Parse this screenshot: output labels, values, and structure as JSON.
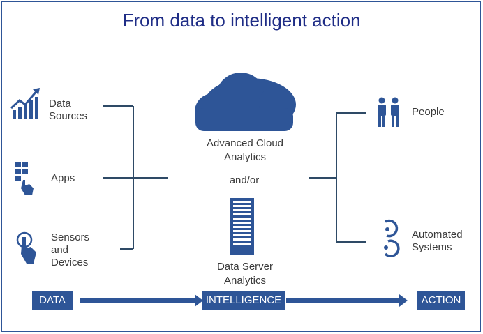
{
  "title": "From data to intelligent action",
  "inputs": [
    {
      "id": "data-sources",
      "label_lines": [
        "Data",
        "Sources"
      ],
      "icon": "chart-icon"
    },
    {
      "id": "apps",
      "label_lines": [
        "Apps"
      ],
      "icon": "apps-touch-icon"
    },
    {
      "id": "sensors",
      "label_lines": [
        "Sensors",
        "and",
        "Devices"
      ],
      "icon": "touch-icon"
    }
  ],
  "center": {
    "cloud_label_lines": [
      "Advanced Cloud",
      "Analytics"
    ],
    "connector": "and/or",
    "server_label_lines": [
      "Data Server",
      "Analytics"
    ]
  },
  "outputs": [
    {
      "id": "people",
      "label_lines": [
        "People"
      ],
      "icon": "people-icon"
    },
    {
      "id": "automated",
      "label_lines": [
        "Automated",
        "Systems"
      ],
      "icon": "gears-icon"
    }
  ],
  "flow": {
    "data": "DATA",
    "intelligence": "INTELLIGENCE",
    "action": "ACTION"
  },
  "colors": {
    "primary": "#2e5597",
    "title": "#1f2d86",
    "lines": "#2e4a66"
  }
}
